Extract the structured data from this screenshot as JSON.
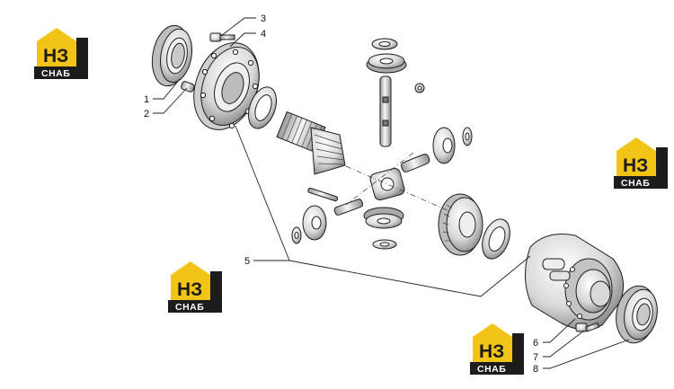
{
  "logo": {
    "main_text": "НЗ",
    "sub_text": "СНАБ",
    "accent_color": "#f2c418",
    "dark_color": "#1c1c1c"
  },
  "callouts": [
    "1",
    "2",
    "3",
    "4",
    "5",
    "6",
    "7",
    "8"
  ]
}
